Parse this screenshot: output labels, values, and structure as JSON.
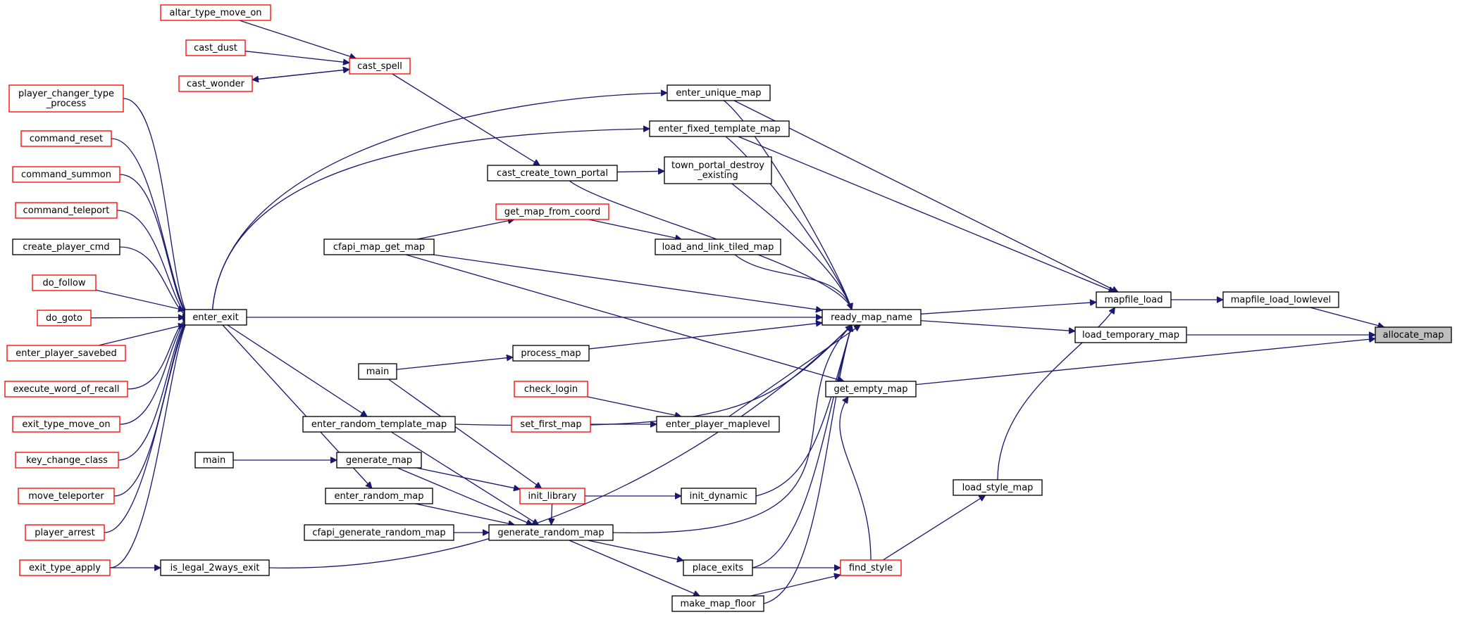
{
  "graph": {
    "nodes": [
      {
        "id": "allocate_map",
        "lines": [
          "allocate_map"
        ],
        "style": "grey"
      },
      {
        "id": "mapfile_load_lowlevel",
        "lines": [
          "mapfile_load_lowlevel"
        ],
        "style": "black"
      },
      {
        "id": "load_temporary_map",
        "lines": [
          "load_temporary_map"
        ],
        "style": "black"
      },
      {
        "id": "get_empty_map",
        "lines": [
          "get_empty_map"
        ],
        "style": "black"
      },
      {
        "id": "mapfile_load",
        "lines": [
          "mapfile_load"
        ],
        "style": "black"
      },
      {
        "id": "ready_map_name",
        "lines": [
          "ready_map_name"
        ],
        "style": "black"
      },
      {
        "id": "load_style_map",
        "lines": [
          "load_style_map"
        ],
        "style": "black"
      },
      {
        "id": "find_style",
        "lines": [
          "find_style"
        ],
        "style": "red"
      },
      {
        "id": "enter_unique_map",
        "lines": [
          "enter_unique_map"
        ],
        "style": "black"
      },
      {
        "id": "enter_fixed_template_map",
        "lines": [
          "enter_fixed_template_map"
        ],
        "style": "black"
      },
      {
        "id": "town_portal_destroy_existing",
        "lines": [
          "town_portal_destroy",
          "_existing"
        ],
        "style": "black"
      },
      {
        "id": "load_and_link_tiled_map",
        "lines": [
          "load_and_link_tiled_map"
        ],
        "style": "black"
      },
      {
        "id": "enter_player_maplevel",
        "lines": [
          "enter_player_maplevel"
        ],
        "style": "black"
      },
      {
        "id": "init_dynamic",
        "lines": [
          "init_dynamic"
        ],
        "style": "black"
      },
      {
        "id": "place_exits",
        "lines": [
          "place_exits"
        ],
        "style": "black"
      },
      {
        "id": "make_map_floor",
        "lines": [
          "make_map_floor"
        ],
        "style": "black"
      },
      {
        "id": "cast_create_town_portal",
        "lines": [
          "cast_create_town_portal"
        ],
        "style": "black"
      },
      {
        "id": "get_map_from_coord",
        "lines": [
          "get_map_from_coord"
        ],
        "style": "red"
      },
      {
        "id": "cfapi_map_get_map",
        "lines": [
          "cfapi_map_get_map"
        ],
        "style": "black"
      },
      {
        "id": "process_map",
        "lines": [
          "process_map"
        ],
        "style": "black"
      },
      {
        "id": "check_login",
        "lines": [
          "check_login"
        ],
        "style": "red"
      },
      {
        "id": "set_first_map",
        "lines": [
          "set_first_map"
        ],
        "style": "red"
      },
      {
        "id": "init_library",
        "lines": [
          "init_library"
        ],
        "style": "red"
      },
      {
        "id": "generate_random_map",
        "lines": [
          "generate_random_map"
        ],
        "style": "black"
      },
      {
        "id": "main_1",
        "lines": [
          "main"
        ],
        "style": "black"
      },
      {
        "id": "enter_random_template_map",
        "lines": [
          "enter_random_template_map"
        ],
        "style": "black"
      },
      {
        "id": "generate_map",
        "lines": [
          "generate_map"
        ],
        "style": "black"
      },
      {
        "id": "enter_random_map",
        "lines": [
          "enter_random_map"
        ],
        "style": "black"
      },
      {
        "id": "cfapi_generate_random_map",
        "lines": [
          "cfapi_generate_random_map"
        ],
        "style": "black"
      },
      {
        "id": "is_legal_2ways_exit",
        "lines": [
          "is_legal_2ways_exit"
        ],
        "style": "black"
      },
      {
        "id": "main_2",
        "lines": [
          "main"
        ],
        "style": "black"
      },
      {
        "id": "cast_spell",
        "lines": [
          "cast_spell"
        ],
        "style": "red"
      },
      {
        "id": "altar_type_move_on",
        "lines": [
          "altar_type_move_on"
        ],
        "style": "red"
      },
      {
        "id": "cast_dust",
        "lines": [
          "cast_dust"
        ],
        "style": "red"
      },
      {
        "id": "cast_wonder",
        "lines": [
          "cast_wonder"
        ],
        "style": "red"
      },
      {
        "id": "enter_exit",
        "lines": [
          "enter_exit"
        ],
        "style": "black"
      },
      {
        "id": "player_changer_type_process",
        "lines": [
          "player_changer_type",
          "_process"
        ],
        "style": "red"
      },
      {
        "id": "command_reset",
        "lines": [
          "command_reset"
        ],
        "style": "red"
      },
      {
        "id": "command_summon",
        "lines": [
          "command_summon"
        ],
        "style": "red"
      },
      {
        "id": "command_teleport",
        "lines": [
          "command_teleport"
        ],
        "style": "red"
      },
      {
        "id": "create_player_cmd",
        "lines": [
          "create_player_cmd"
        ],
        "style": "black"
      },
      {
        "id": "do_follow",
        "lines": [
          "do_follow"
        ],
        "style": "red"
      },
      {
        "id": "do_goto",
        "lines": [
          "do_goto"
        ],
        "style": "red"
      },
      {
        "id": "enter_player_savebed",
        "lines": [
          "enter_player_savebed"
        ],
        "style": "red"
      },
      {
        "id": "execute_word_of_recall",
        "lines": [
          "execute_word_of_recall"
        ],
        "style": "red"
      },
      {
        "id": "exit_type_move_on",
        "lines": [
          "exit_type_move_on"
        ],
        "style": "red"
      },
      {
        "id": "key_change_class",
        "lines": [
          "key_change_class"
        ],
        "style": "red"
      },
      {
        "id": "move_teleporter",
        "lines": [
          "move_teleporter"
        ],
        "style": "red"
      },
      {
        "id": "player_arrest",
        "lines": [
          "player_arrest"
        ],
        "style": "red"
      },
      {
        "id": "exit_type_apply",
        "lines": [
          "exit_type_apply"
        ],
        "style": "red"
      }
    ]
  }
}
